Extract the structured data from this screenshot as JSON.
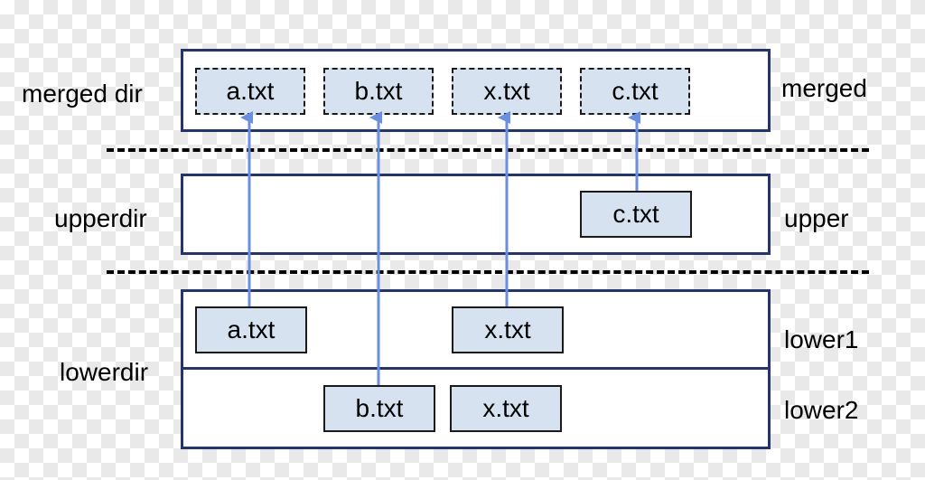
{
  "left_labels": {
    "merged": "merged dir",
    "upper": "upperdir",
    "lower": "lowerdir"
  },
  "right_labels": {
    "merged": "merged",
    "upper": "upper",
    "lower1": "lower1",
    "lower2": "lower2"
  },
  "merged_files": [
    "a.txt",
    "b.txt",
    "x.txt",
    "c.txt"
  ],
  "upper_files": [
    "c.txt"
  ],
  "lower1_files": [
    "a.txt",
    "x.txt"
  ],
  "lower2_files": [
    "b.txt",
    "x.txt"
  ],
  "colors": {
    "layer_border": "#25356b",
    "file_fill": "#d6e2f0",
    "arrow": "#6a8fe0"
  }
}
